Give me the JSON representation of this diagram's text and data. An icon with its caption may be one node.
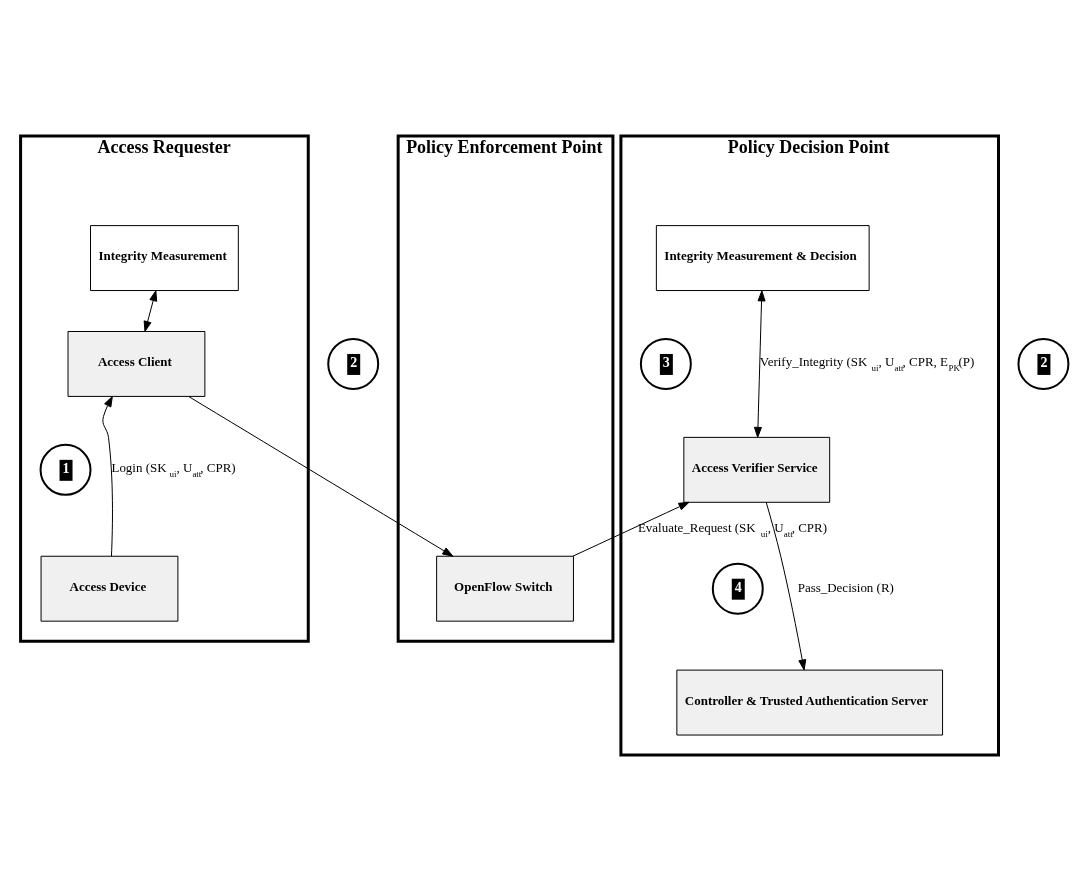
{
  "diagram": {
    "nodes": [
      {
        "text": [
          "Access Requester"
        ]
      },
      {
        "text": [
          "Integrity Measurement"
        ],
        "in": 0
      },
      {
        "text": [
          "Access Client"
        ],
        "in": 0
      },
      {
        "text": [
          "1"
        ],
        "in": 0
      },
      {
        "text": [
          "Access Device"
        ],
        "in": 0
      },
      {
        "text": [
          "2"
        ]
      },
      {
        "text": [
          "Policy Enforcement Point"
        ]
      },
      {
        "text": [
          "OpenFlow Switch"
        ],
        "in": 6
      },
      {
        "text": [
          "2"
        ]
      },
      {
        "text": [
          "Policy Decision Point"
        ]
      },
      {
        "text": [
          "Integrity Measurement & Decision"
        ],
        "in": 9
      },
      {
        "text": [
          "3"
        ],
        "in": 9
      },
      {
        "text": [
          "Access Verifier Service"
        ],
        "in": 9
      },
      {
        "text": [
          "4"
        ],
        "in": 9
      },
      {
        "text": [
          "Controller & Trusted Authentication Server"
        ],
        "in": 9
      }
    ],
    "edges": [
      {
        "from": 1,
        "to": 2,
        "arrow": "both"
      },
      {
        "from": 4,
        "to": 2,
        "arrow": "to",
        "label": "Login (SK$_{ui}$, U$_{att}$, CPR)"
      },
      {
        "from": 2,
        "to": 7,
        "arrow": "to"
      },
      {
        "from": 7,
        "to": 12,
        "arrow": "to",
        "label": "Evaluate_Request (SK$_{ui}$, U$_{att}$, CPR)"
      },
      {
        "from": 10,
        "to": 12,
        "arrow": "both",
        "label": "Verify_Integrity (SK$_{ui}$, U$_{att}$, CPR, E$_{PK}$(P)"
      },
      {
        "from": 12,
        "to": 14,
        "arrow": "to",
        "label": "Pass_Decision (R)"
      }
    ]
  }
}
